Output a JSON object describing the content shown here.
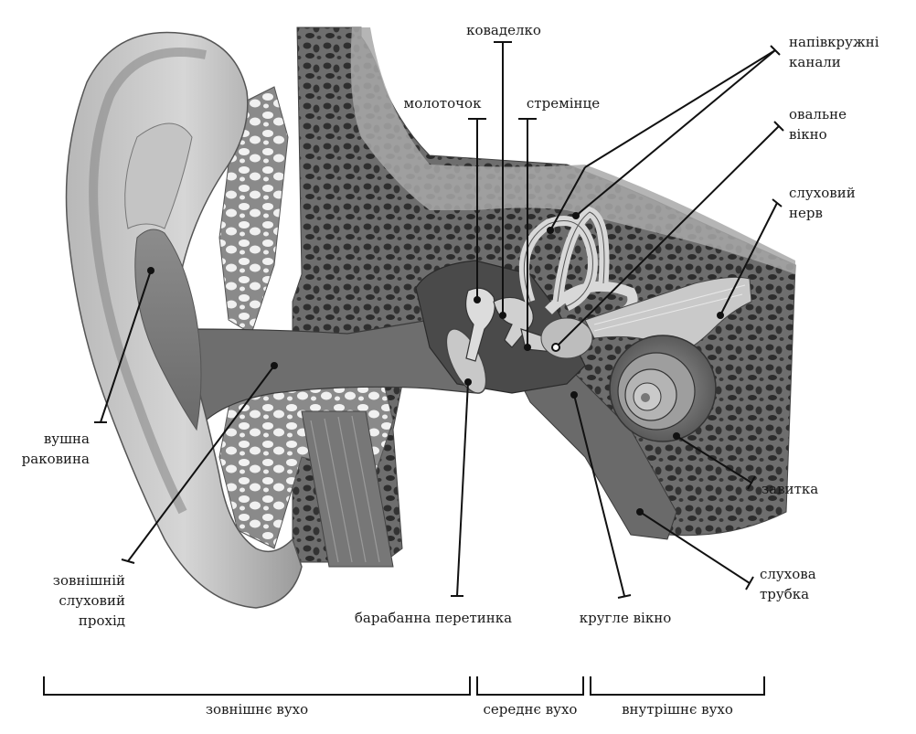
{
  "labels": {
    "incus": "коваделко",
    "semicircular": [
      "напівкружні",
      "канали"
    ],
    "malleus": "молоточок",
    "stapes": "стремінце",
    "oval_window": [
      "овальне",
      "вікно"
    ],
    "auditory_nerve": [
      "слуховий",
      "нерв"
    ],
    "auricle": [
      "вушна",
      "раковина"
    ],
    "ear_canal": [
      "зовнішній",
      "слуховий",
      "прохід"
    ],
    "eardrum": "барабанна перетинка",
    "round_window": "кругле вікно",
    "cochlea": "завитка",
    "eustachian": [
      "слухова",
      "трубка"
    ]
  },
  "sections": {
    "outer": "зовнішнє вухо",
    "middle": "середнє вухо",
    "inner": "внутрішнє вухо"
  }
}
